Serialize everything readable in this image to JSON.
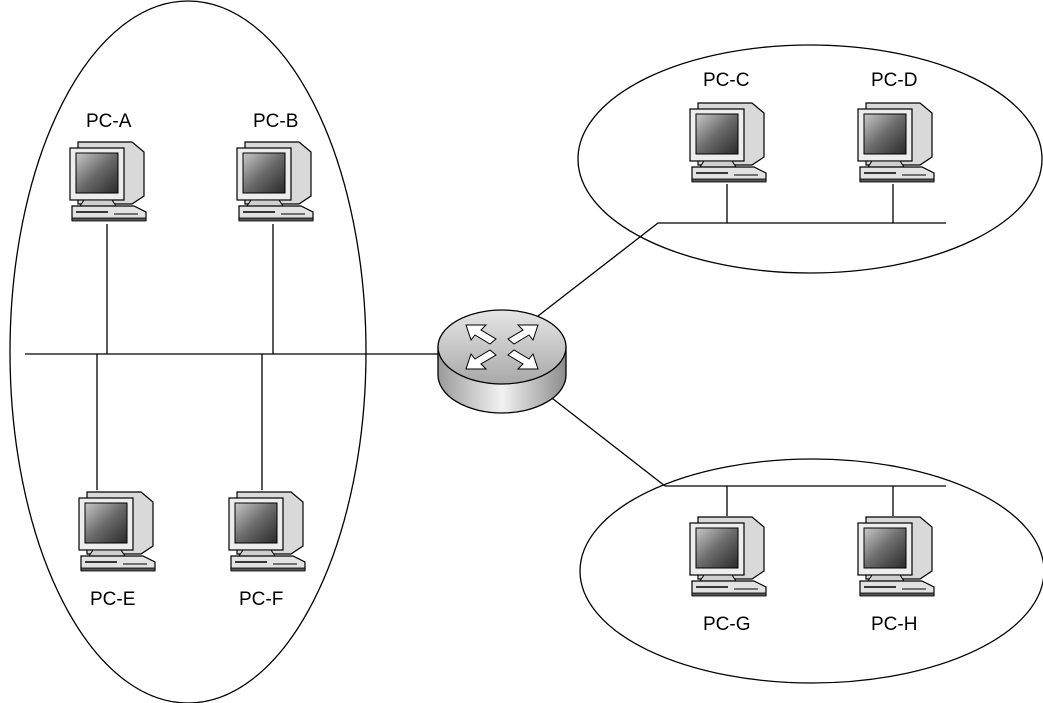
{
  "diagram": {
    "type": "network-topology",
    "segments": [
      {
        "id": "left",
        "hosts": [
          "PC-A",
          "PC-B",
          "PC-E",
          "PC-F"
        ]
      },
      {
        "id": "top-right",
        "hosts": [
          "PC-C",
          "PC-D"
        ]
      },
      {
        "id": "bottom-right",
        "hosts": [
          "PC-G",
          "PC-H"
        ]
      }
    ],
    "center_device": "router-icon",
    "computers": {
      "pc_a": "PC-A",
      "pc_b": "PC-B",
      "pc_c": "PC-C",
      "pc_d": "PC-D",
      "pc_e": "PC-E",
      "pc_f": "PC-F",
      "pc_g": "PC-G",
      "pc_h": "PC-H"
    }
  },
  "colors": {
    "line": "#000000",
    "background": "#ffffff"
  }
}
